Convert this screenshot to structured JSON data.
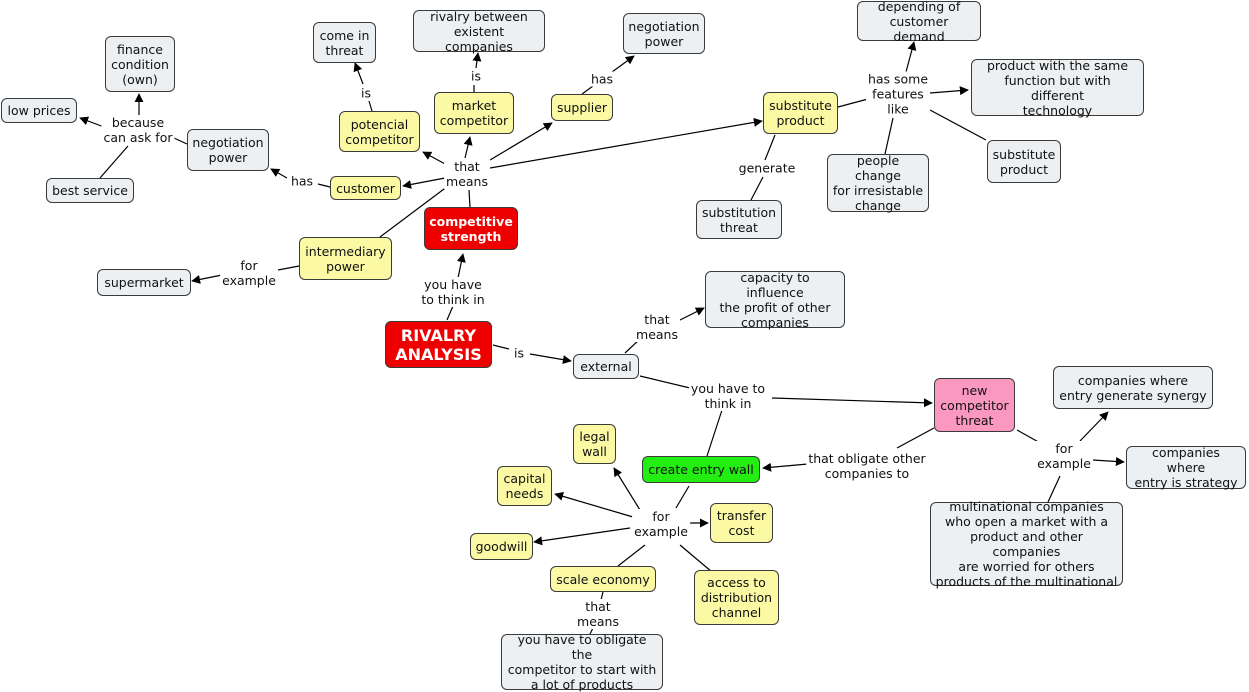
{
  "concepts": {
    "rivalry_analysis": "RIVALRY\nANALYSIS",
    "competitive_strength": "competitive\nstrength",
    "customer": "customer",
    "negotiation_power_customer": "negotiation\npower",
    "finance_condition": "finance\ncondition\n(own)",
    "low_prices": "low prices",
    "best_service": "best service",
    "potencial_competitor": "potencial\ncompetitor",
    "come_in_threat": "come in\nthreat",
    "market_competitor": "market\ncompetitor",
    "rivalry_between": "rivalry between\nexistent companies",
    "supplier": "supplier",
    "negotiation_power_supplier": "negotiation\npower",
    "substitute_product": "substitute\nproduct",
    "depending_customer_demand": "depending of\ncustomer demand",
    "product_same_function": "product with the same\nfunction but with different\ntechnology",
    "substitute_product_2": "substitute\nproduct",
    "people_change": "people change\nfor irresistable\nchange",
    "substitution_threat": "substitution\nthreat",
    "intermediary_power": "intermediary\npower",
    "supermarket": "supermarket",
    "external": "external",
    "capacity_to_influence": "capacity to influence\nthe profit of other\ncompanies",
    "new_competitor_threat": "new\ncompetitor\nthreat",
    "companies_synergy": "companies where\nentry generate synergy",
    "companies_strategy": "companies where\nentry is strategy",
    "multinational": "multinational companies\nwho open a market with a\nproduct and other companies\nare worried for others\nproducts of the multinational",
    "create_entry_wall": "create entry wall",
    "legal_wall": "legal\nwall",
    "capital_needs": "capital\nneeds",
    "goodwill": "goodwill",
    "transfer_cost": "transfer\ncost",
    "scale_economy": "scale economy",
    "access_distribution": "access to\ndistribution\nchannel",
    "obligate_competitor": "you have to obligate the\ncompetitor to start with\na lot of products"
  },
  "links": {
    "you_have_to_think_in_1": "you have\nto think in",
    "that_means_1": "that\nmeans",
    "has_customer": "has",
    "because": "because\ncan ask for",
    "is_potencial": "is",
    "is_market": "is",
    "has_supplier": "has",
    "has_features": "has some\nfeatures\nlike",
    "generate": "generate",
    "for_example_supermarket": "for\nexample",
    "is_external": "is",
    "that_means_2": "that\nmeans",
    "you_have_to_think_in_2": "you have to\nthink in",
    "obligate": "that obligate other\ncompanies to",
    "for_example_new": "for\nexample",
    "for_example_wall": "for\nexample",
    "that_means_3": "that\nmeans"
  }
}
